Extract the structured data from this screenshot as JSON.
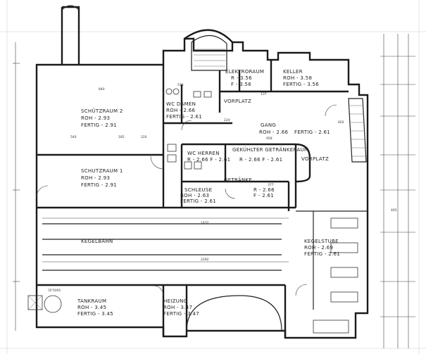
{
  "rooms": {
    "schutzraum2": {
      "name": "SCHÜTZRAUM 2",
      "roh": "ROH    - 2.93",
      "fertig": "FERTIG - 2.91"
    },
    "schutzraum1": {
      "name": "SCHUTZRAUM 1",
      "roh": "ROH    - 2.93",
      "fertig": "FERTIG - 2.91"
    },
    "elektroraum": {
      "name": "ELEKTRORAUM",
      "roh": "R   - 3.56",
      "fertig": "F   - 3.56"
    },
    "keller": {
      "name": "KELLER",
      "roh": "ROH   - 3.58",
      "fertig": "FERTIG - 3.56"
    },
    "wc_damen": {
      "name": "WC DAMEN",
      "roh": "ROH - 2.66",
      "fertig": "FERTIG - 2.61"
    },
    "vorplatz_top": {
      "name": "VORPLATZ"
    },
    "gang": {
      "name": "GANG",
      "roh": "ROH - 2.66",
      "fertig": "FERTIG - 2.61"
    },
    "wc_herren": {
      "name": "WC HERREN",
      "level": "R - 2.66  F - 2.61"
    },
    "getraenkeraum": {
      "name": "GEKÜHLTER GETRÄNKERAUM",
      "level": "R - 2.66  F - 2.61"
    },
    "vorplatz_right": {
      "name": "VORPLATZ"
    },
    "schleuse": {
      "name": "SCHLEUSE",
      "roh": "ROH - 2.63",
      "fertig": "FERTIG - 2.61"
    },
    "getraenke": {
      "name": "GETRÄNKE",
      "roh": "R - 2.66",
      "fertig": "F - 2.61"
    },
    "kegelbahn": {
      "name": "KEGELBAHN"
    },
    "kegelstube": {
      "name": "KEGELSTUBE",
      "roh": "ROH - 2.69",
      "fertig": "FERTIG - 2.61"
    },
    "tankraum": {
      "name": "TANKRAUM",
      "roh": "ROH - 3.45",
      "fertig": "FERTIG - 3.45"
    },
    "heizung": {
      "name": "HEIZUNG",
      "roh": "ROH - 3.47",
      "fertig": "FERTIG - 3.47"
    }
  },
  "dimensions": {
    "d840": "840",
    "d540": "540",
    "d185": "185",
    "d220": "220",
    "d1632": "1632",
    "d2292": "2292",
    "d958": "958",
    "d510": "510",
    "d137": "137",
    "d377": "377",
    "d602": "602",
    "d224": "224",
    "d405": "405",
    "d35": "35'5001"
  },
  "colors": {
    "line": "#1a1a1a",
    "paper": "#ffffff"
  }
}
